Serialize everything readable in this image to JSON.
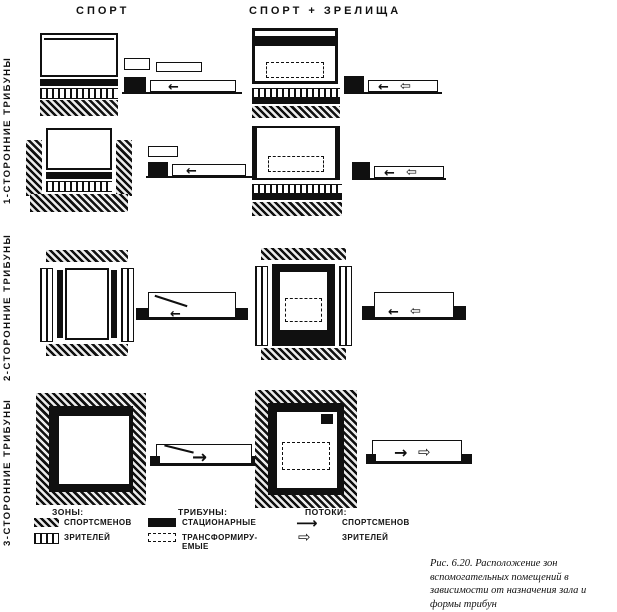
{
  "figure": {
    "columns": {
      "sport": "СПОРТ",
      "sport_spectacle": "СПОРТ + ЗРЕЛИЩА"
    },
    "row_labels": {
      "one_sided": "1-СТОРОННИЕ  ТРИБУНЫ",
      "two_sided": "2-СТОРОННИЕ  ТРИБУНЫ",
      "three_sided": "3-СТОРОННИЕ  ТРИБУНЫ"
    },
    "legend": {
      "zones_title": "ЗОНЫ:",
      "zone_athletes": "СПОРТСМЕНОВ",
      "zone_spectators": "ЗРИТЕЛЕЙ",
      "tribunes_title": "ТРИБУНЫ:",
      "tribune_stationary": "СТАЦИОНАРНЫЕ",
      "tribune_transformable": "ТРАНСФОРМИРУ-ЕМЫЕ",
      "flows_title": "ПОТОКИ:",
      "flow_athletes": "СПОРТСМЕНОВ",
      "flow_spectators": "ЗРИТЕЛЕЙ"
    },
    "caption": "Рис. 6.20. Расположение зон вспомогательных помещений в зависимости от назначения зала и формы трибун",
    "arrows": {
      "solid_right": "⟶",
      "solid_left": "←",
      "solid_big_right": "→",
      "outline_left": "⇦",
      "outline_right": "⇨"
    },
    "colors": {
      "ink": "#101010",
      "paper": "#ffffff"
    }
  }
}
